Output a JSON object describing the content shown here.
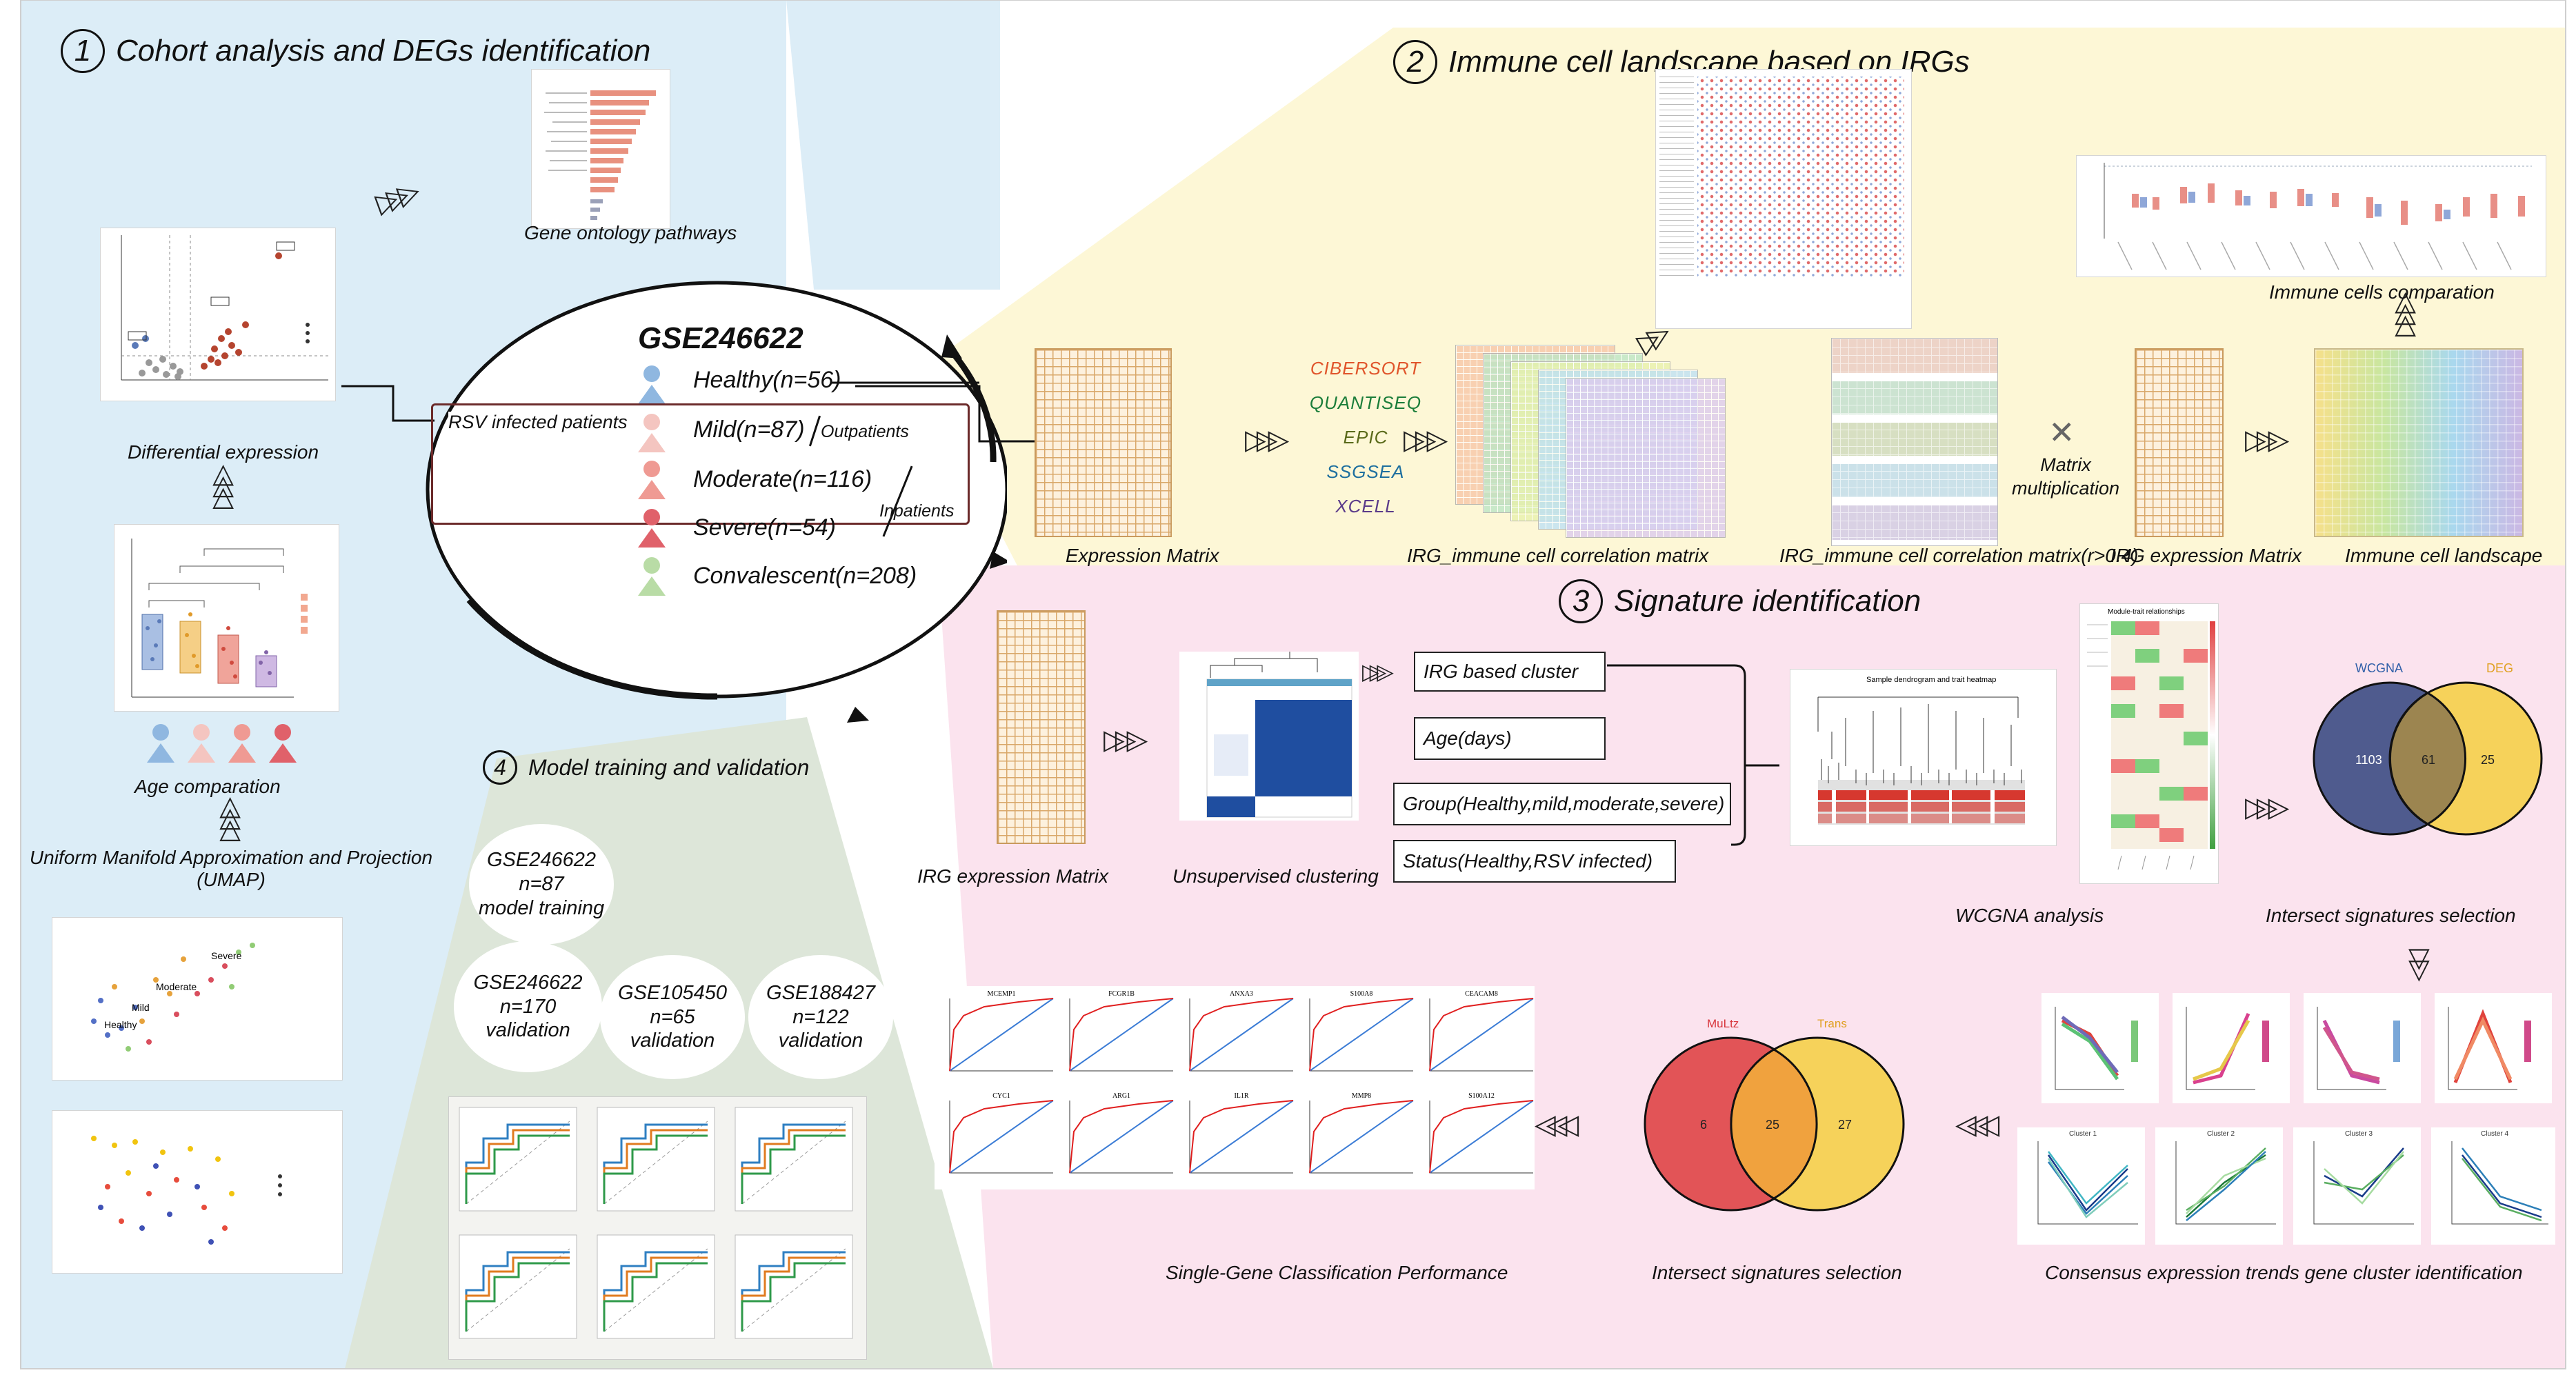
{
  "sections": {
    "s1": {
      "num": "1",
      "title": "Cohort analysis and DEGs identification"
    },
    "s2": {
      "num": "2",
      "title": "Immune cell landscape based on IRGs"
    },
    "s3": {
      "num": "3",
      "title": "Signature identification"
    },
    "s4": {
      "num": "4",
      "title": "Model training and validation"
    }
  },
  "captions": {
    "gene_ontology": "Gene ontology pathways",
    "differential": "Differential expression",
    "age": "Age comparation",
    "umap": "Uniform Manifold Approximation and Projection (UMAP)",
    "expression_matrix": "Expression Matrix",
    "irg_corr": "IRG_immune cell correlation matrix",
    "irg_corr_filt": "IRG_immune cell correlation matrix(r>0.4)",
    "irg_expr_top": "IRG expression Matrix",
    "immune_landscape": "Immune cell landscape",
    "immune_comparation": "Immune cells comparation",
    "matrix_mult": "Matrix multiplication",
    "irg_expr": "IRG expression Matrix",
    "unsup": "Unsupervised clustering",
    "wgcna": "WCGNA analysis",
    "intersect1": "Intersect signatures selection",
    "intersect2": "Intersect signatures selection",
    "consensus": "Consensus expression trends gene cluster identification",
    "single_gene": "Single-Gene Classification Performance"
  },
  "cohort": {
    "dataset": "GSE246622",
    "healthy": "Healthy(n=56)",
    "rsv": "RSV infected patients",
    "mild": "Mild(n=87)",
    "outpatients": "Outpatients",
    "moderate": "Moderate(n=116)",
    "severe": "Severe(n=54)",
    "inpatients": "Inpatients",
    "convalescent": "Convalescent(n=208)"
  },
  "methods": [
    {
      "label": "CIBERSORT",
      "color": "#f6c9a8"
    },
    {
      "label": "QUANTISEQ",
      "color": "#bfe6c4"
    },
    {
      "label": "EPIC",
      "color": "#e6f2a8"
    },
    {
      "label": "SSGSEA",
      "color": "#b9dff3"
    },
    {
      "label": "XCELL",
      "color": "#d9c8ec"
    }
  ],
  "cluster_boxes": {
    "irg": "IRG based cluster",
    "age": "Age(days)",
    "group": "Group(Healthy,mild,moderate,severe)",
    "status": "Status(Healthy,RSV infected)"
  },
  "venn1": {
    "left_label": "WCGNA",
    "right_label": "DEG",
    "left": "1103",
    "center": "61",
    "right": "25"
  },
  "venn2": {
    "left_label": "MuLtz",
    "right_label": "Trans",
    "left": "6",
    "center": "25",
    "right": "27"
  },
  "model": {
    "training": [
      "GSE246622",
      "n=87",
      "model training"
    ],
    "v1": [
      "GSE246622",
      "n=170",
      "validation"
    ],
    "v2": [
      "GSE105450",
      "n=65",
      "validation"
    ],
    "v3": [
      "GSE188427",
      "n=122",
      "validation"
    ]
  },
  "roc_genes": [
    "MCEMP1",
    "FCGR1B",
    "ANXA3",
    "S100A8",
    "CEACAM8",
    "CYC1",
    "ARG1",
    "IL1R",
    "MMP8",
    "S100A12"
  ],
  "colors": {
    "blue_region": "#dcedf7",
    "yellow_region": "#fdf7d6",
    "pink_region": "#fbe3ee",
    "green_region": "#dde6d9",
    "venn_navy": "#4f5b8e",
    "venn_yellow": "#f6d25a",
    "venn_red": "#e25457"
  }
}
